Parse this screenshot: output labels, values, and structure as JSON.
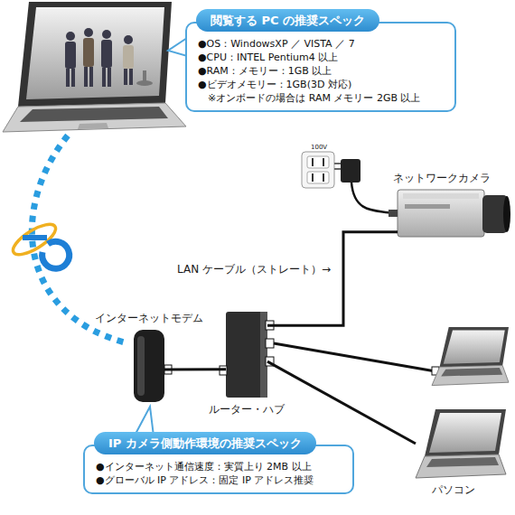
{
  "diagram": {
    "nodes": [
      {
        "text": [
          "閲覧する PC の推奨スペック",
          "●OS：WindowsXP ／ VISTA ／ 7",
          "●CPU：INTEL Pentium4 以上",
          "●RAM：メモリー：1GB 以上",
          "●ビデオメモリー：1GB(3D 対応)",
          "※オンボードの場合は RAM メモリー 2GB 以上"
        ]
      },
      {
        "text": [
          "インターネットモデム"
        ]
      },
      {
        "text": [
          "ルーター・ハブ"
        ]
      },
      {
        "text": [
          "ネットワークカメラ"
        ]
      },
      {
        "text": [
          "パソコン"
        ]
      },
      {
        "text": [
          "IP カメラ側動作環境の推奨スペック",
          "●インターネット通信速度：実質上り 2MB 以上",
          "●グローバル IP アドレス：固定 IP アドレス推奨"
        ]
      }
    ],
    "edges": [
      {
        "from": 1,
        "to": 2,
        "arrow": "none"
      },
      {
        "from": 2,
        "to": 3,
        "arrow": "none"
      },
      {
        "from": 2,
        "to": 4,
        "arrow": "none"
      }
    ],
    "labels": [
      "100V",
      "LAN ケーブル（ストレート）→"
    ]
  }
}
